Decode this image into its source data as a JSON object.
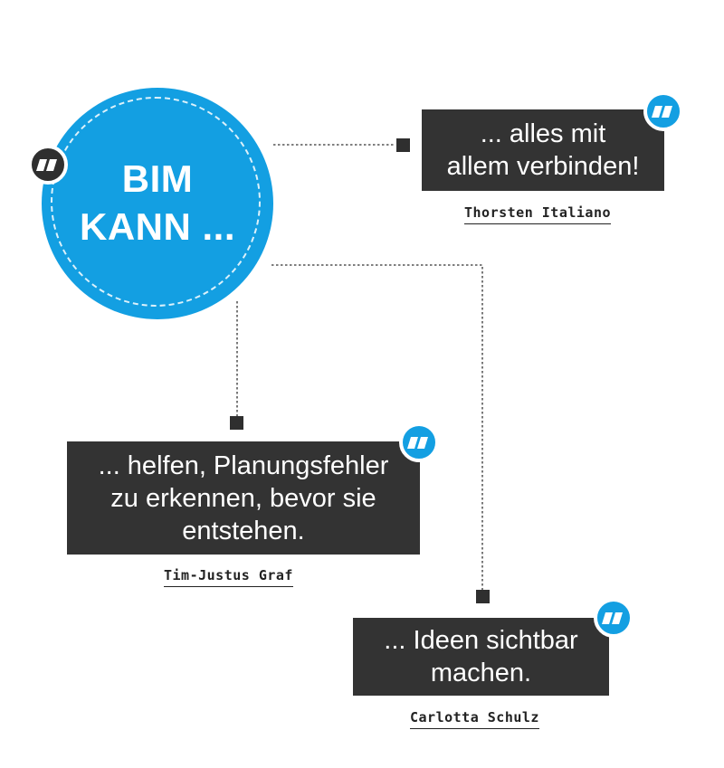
{
  "center": {
    "line1": "BIM",
    "line2": "KANN ..."
  },
  "quotes": [
    {
      "lines": [
        "... alles mit",
        "allem verbinden!"
      ],
      "author": "Thorsten Italiano"
    },
    {
      "lines": [
        "... helfen, Planungsfehler",
        "zu erkennen, bevor sie",
        "entstehen."
      ],
      "author": "Tim-Justus Graf"
    },
    {
      "lines": [
        "... Ideen sichtbar",
        "machen."
      ],
      "author": "Carlotta Schulz"
    }
  ],
  "colors": {
    "accent": "#139fe2",
    "box": "#333333",
    "badge_dark": "#2f2f2f"
  },
  "icons": [
    "quote-icon"
  ]
}
